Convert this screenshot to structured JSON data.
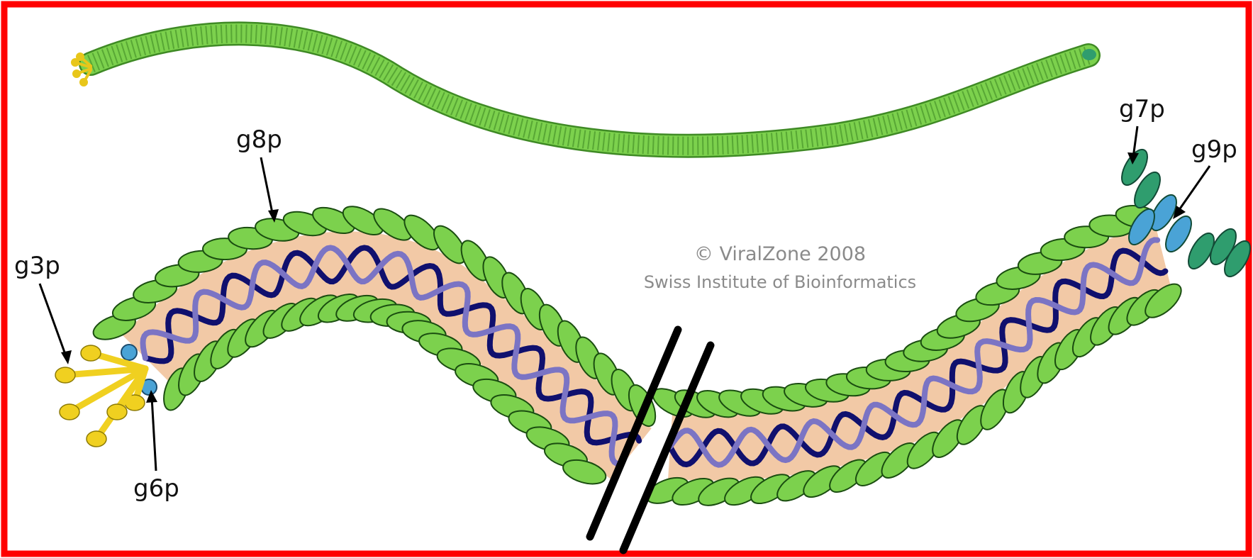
{
  "labels": {
    "g3p": "g3p",
    "g6p": "g6p",
    "g8p": "g8p",
    "g7p": "g7p",
    "g9p": "g9p"
  },
  "copyright": {
    "line1": "© ViralZone 2008",
    "line2": "Swiss Institute of Bioinformatics"
  },
  "colors": {
    "frame": "#ff0000",
    "major_coat_g8p": "#7cd14d",
    "minor_coat_g7p": "#2f9d6e",
    "minor_coat_g9p": "#4aa3d6",
    "minor_coat_g6p": "#4aa3d6",
    "adsorption_g3p": "#f0d020",
    "core": "#f2c9a6",
    "dna_strand_a": "#10106e",
    "dna_strand_b": "#7b74c4",
    "break_marks": "#000000"
  }
}
